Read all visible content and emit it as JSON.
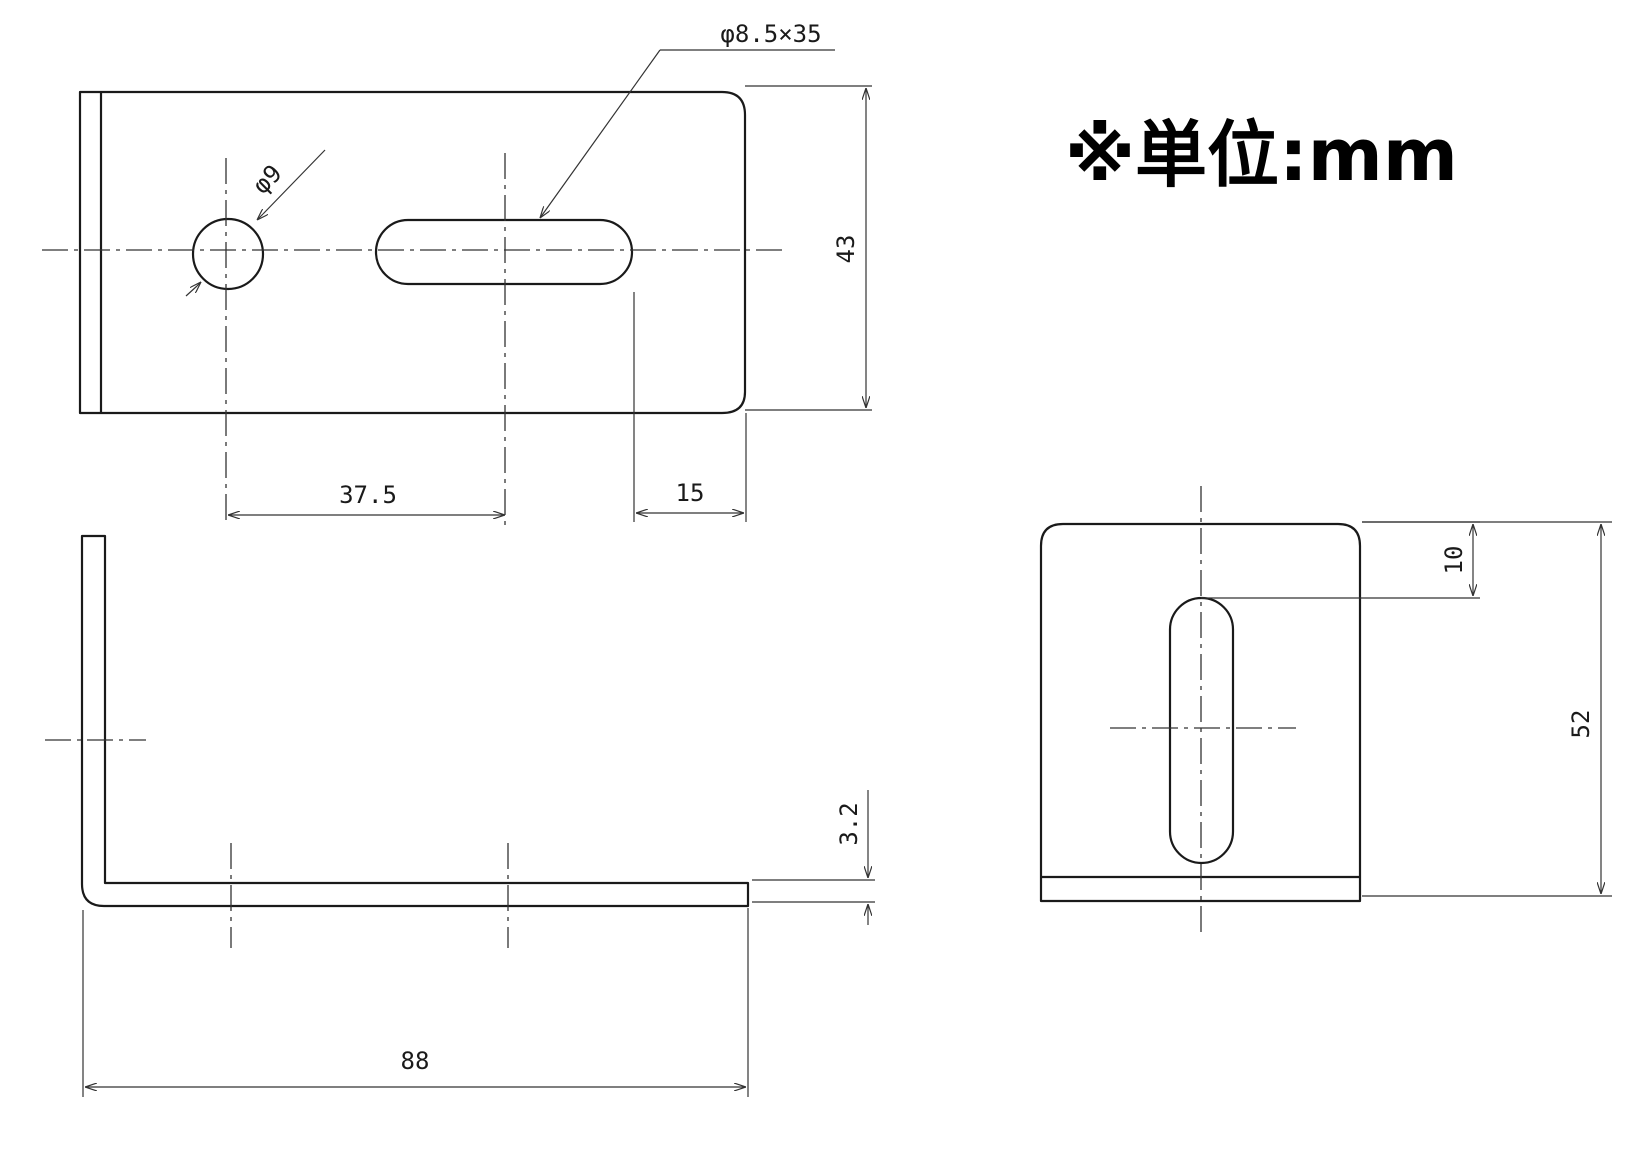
{
  "drawing": {
    "units_note": "※単位:mm"
  },
  "top_view": {
    "slot_callout": "φ8.5×35",
    "hole_callout": "φ9",
    "dim_height": "43",
    "dim_hole_to_slot": "37.5",
    "dim_slot_to_edge": "15"
  },
  "side_view": {
    "dim_thickness": "3.2",
    "dim_length": "88"
  },
  "end_view": {
    "dim_slot_offset": "10",
    "dim_height": "52"
  },
  "colors": {
    "line": "#1a1a1a",
    "background": "#ffffff"
  }
}
